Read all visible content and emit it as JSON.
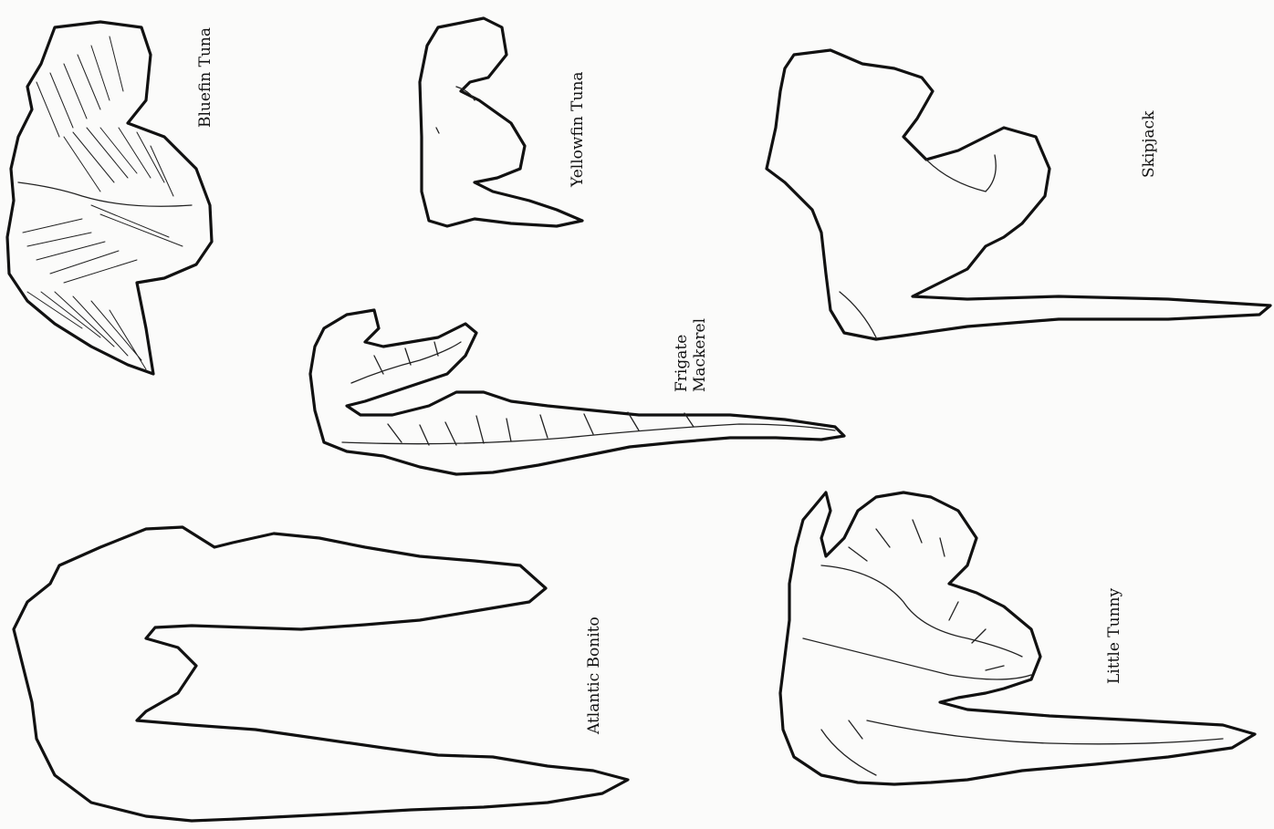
{
  "labels": {
    "bluefin": "Bluefin Tuna",
    "yellowfin": "Yellowfin Tuna",
    "skipjack": "Skipjack",
    "frigate_line1": "Frigate",
    "frigate_line2": "Mackerel",
    "bonito": "Atlantic Bonito",
    "little_tunny": "Little Tunny"
  }
}
